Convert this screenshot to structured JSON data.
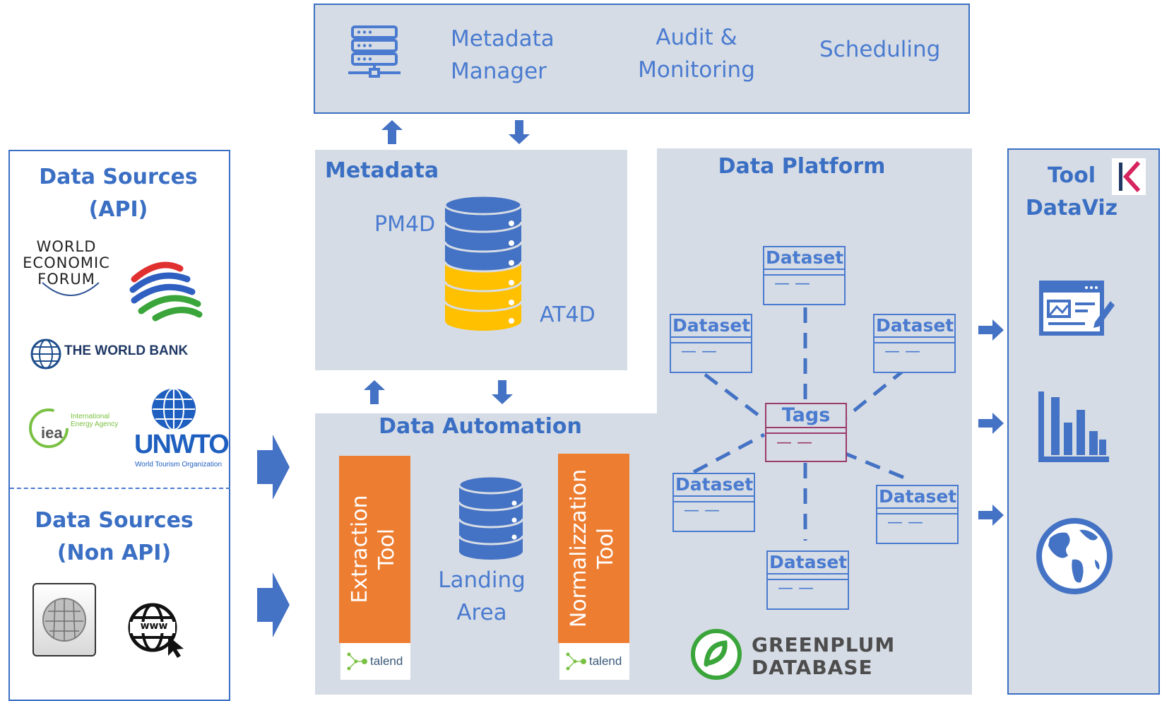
{
  "top": {
    "items": [
      "Metadata\nManager",
      "Audit &\nMonitoring",
      "Scheduling"
    ],
    "icon": "server-icon"
  },
  "sources": {
    "api_title": "Data Sources\n(API)",
    "non_api_title": "Data Sources\n(Non API)",
    "logos": {
      "wef": "WORLD\nECONOMIC\nFORUM",
      "worldbank": "THE WORLD BANK",
      "iea": "iea",
      "iea_sub": "International\nEnergy Agency",
      "unwto": "UNWTO",
      "unwto_sub": "World Tourism Organization",
      "www": "www"
    }
  },
  "metadata": {
    "title": "Metadata",
    "pm4d": "PM4D",
    "at4d": "AT4D"
  },
  "automation": {
    "title": "Data Automation",
    "extraction": "Extraction\nTool",
    "landing": "Landing\nArea",
    "normalization": "Normalizzation\nTool",
    "talend": "talend"
  },
  "platform": {
    "title": "Data Platform",
    "dataset_label": "Dataset",
    "tags_label": "Tags",
    "dash": "— —",
    "greenplum_line1": "GREENPLUM",
    "greenplum_line2": "DATABASE"
  },
  "tool": {
    "title": "Tool\nDataViz",
    "logo_letter": "K",
    "icons": [
      "article-icon",
      "bar-chart-icon",
      "globe-icon"
    ]
  },
  "colors": {
    "panel": "#d6dce5",
    "blue": "#4a7bd0",
    "orange": "#ed7d31",
    "yellow": "#ffc000",
    "tag_border": "#9b3b6b"
  }
}
